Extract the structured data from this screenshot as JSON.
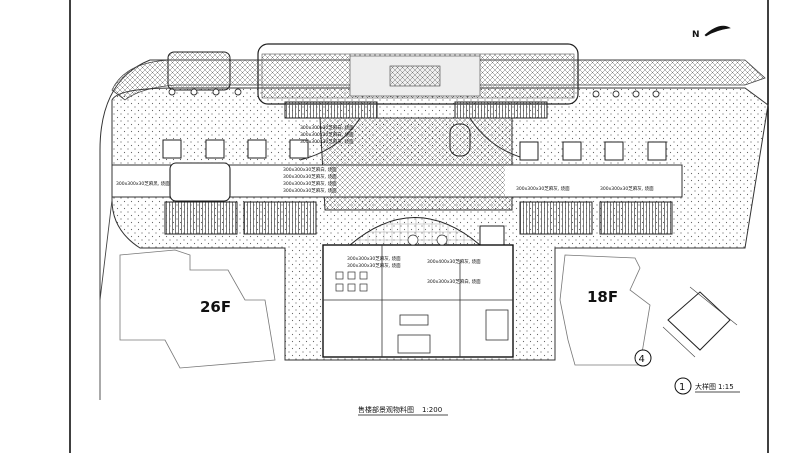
{
  "drawing": {
    "north_mark": "N",
    "left_building_floors": "26F",
    "right_building_floors": "18F",
    "index_marker": "4",
    "detail_number": "1",
    "detail_title": "大样图",
    "detail_scale": "1:15",
    "sheet_title": "售楼部景观物料图",
    "sheet_scale": "1:200"
  },
  "material_notes": [
    "300x300x30芝麻白, 烧面",
    "300x300x30芝麻白, 烧面",
    "300x300x30芝麻灰, 烧面",
    "300x300x30芝麻白, 烧面",
    "300x300x30芝麻灰, 烧面",
    "300x300x30芝麻灰, 烧面",
    "300x300x30芝麻灰, 烧面",
    "300x300x30芝麻黑, 烧面",
    "300x300x30芝麻灰, 烧面",
    "300x300x30芝麻灰, 烧面",
    "300x400x30芝麻灰, 烧面",
    "300x300x30芝麻灰, 烧面",
    "300x300x30芝麻灰, 烧面",
    "300x300x30芝麻白, 烧面"
  ],
  "colors": {
    "line": "#222222",
    "hatch": "#555555",
    "paper": "#ffffff"
  }
}
